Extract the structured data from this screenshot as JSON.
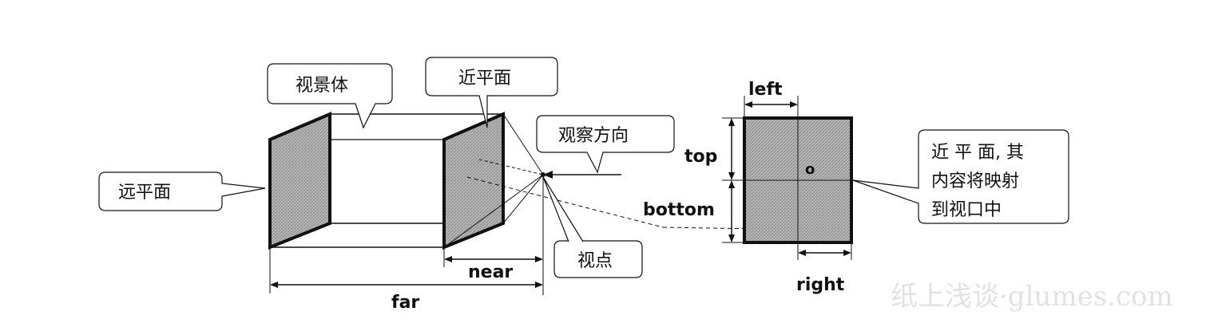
{
  "callouts": {
    "view_volume": "视景体",
    "near_plane": "近平面",
    "far_plane": "远平面",
    "view_direction": "观察方向",
    "viewpoint": "视点",
    "viewport_note_line1": "近 平 面, 其",
    "viewport_note_line2": "内容将映射",
    "viewport_note_line3": "到视口中"
  },
  "dimensions": {
    "near": "near",
    "far": "far",
    "left": "left",
    "right": "right",
    "top": "top",
    "bottom": "bottom",
    "origin": "o"
  },
  "watermark": "纸上浅谈·glumes.com",
  "colors": {
    "plane_fill": "#a9a9a9",
    "line": "#111111",
    "watermark": "#e2e2e2"
  }
}
